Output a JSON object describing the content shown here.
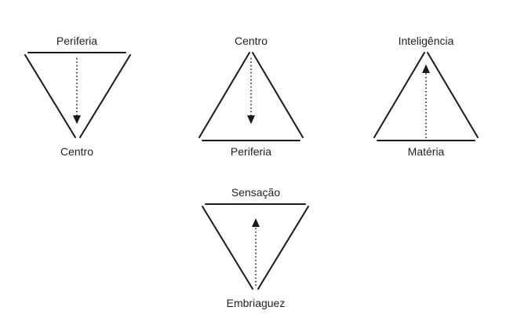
{
  "diagram": {
    "triangles": [
      {
        "id": "t1",
        "orientation": "down",
        "arrow": "down",
        "label_top": "Periferia",
        "label_bottom": "Centro"
      },
      {
        "id": "t2",
        "orientation": "up",
        "arrow": "down",
        "label_top": "Centro",
        "label_bottom": "Periferia"
      },
      {
        "id": "t3",
        "orientation": "up",
        "arrow": "up",
        "label_top": "Inteligência",
        "label_bottom": "Matéria"
      },
      {
        "id": "t4",
        "orientation": "down",
        "arrow": "up",
        "label_top": "Sensação",
        "label_bottom": "Embriaguez"
      }
    ],
    "colors": {
      "line": "#1a1a1a",
      "text": "#222222",
      "background": "#ffffff"
    }
  }
}
